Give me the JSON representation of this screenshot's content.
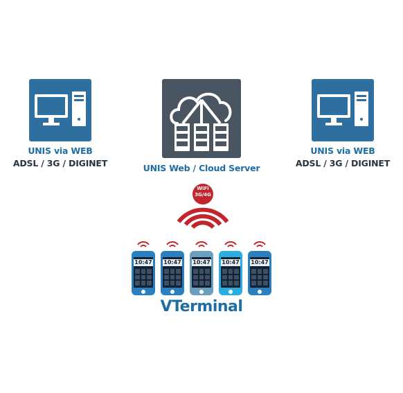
{
  "nodes": {
    "left_client": {
      "title": "UNIS via WEB",
      "subtitle": "ADSL / 3G / DIGINET"
    },
    "server": {
      "title": "UNIS Web / Cloud Server"
    },
    "right_client": {
      "title": "UNIS via WEB",
      "subtitle": "ADSL / 3G / DIGINET"
    },
    "wireless_badge": {
      "line1": "WiFi",
      "line2": "3G/4G"
    },
    "terminals": {
      "label": "VTerminal",
      "screen_time": "10:47",
      "count": 5
    }
  },
  "colors": {
    "client_box": "#2f6f9f",
    "server_box": "#4a5562",
    "title_blue": "#1e6ea3",
    "subtitle_dark": "#2a3440",
    "wireless_red": "#c2262d",
    "phone_colors": [
      "#2a7fc0",
      "#2a7fc0",
      "#6a9fbf",
      "#2aaee0",
      "#2a7fc0"
    ]
  }
}
